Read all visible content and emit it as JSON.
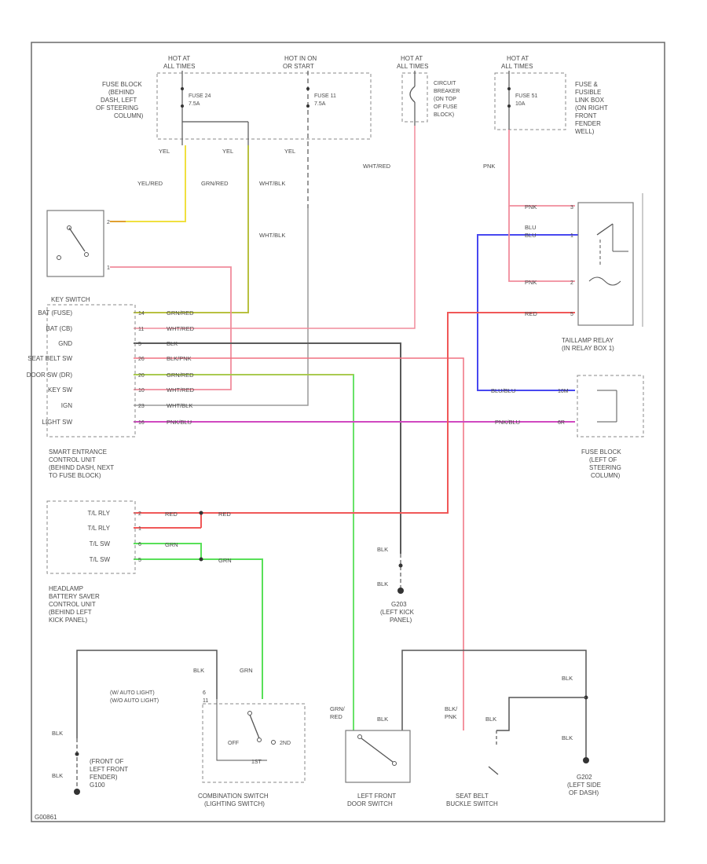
{
  "diagram": {
    "footer_code": "G00861",
    "colors": {
      "yellow": "#f0e040",
      "olive": "#b8c040",
      "pink": "#f08c9c",
      "red": "#f05858",
      "blue": "#4848f0",
      "black": "#5a5a5a",
      "gray": "#9a9a9a",
      "green": "#58e058",
      "magenta": "#d048c0",
      "orange": "#e0a030"
    },
    "power": [
      {
        "hot": "HOT AT",
        "hot2": "ALL TIMES",
        "fuse": "FUSE 24",
        "amps": "7.5A"
      },
      {
        "hot": "HOT IN ON",
        "hot2": "OR START",
        "fuse": "FUSE 11",
        "amps": "7.5A"
      },
      {
        "hot": "HOT AT",
        "hot2": "ALL TIMES",
        "breaker": "CIRCUIT",
        "breaker2": "BREAKER",
        "breaker3": "(ON TOP",
        "breaker4": "OF FUSE",
        "breaker5": "BLOCK)"
      },
      {
        "hot": "HOT AT",
        "hot2": "ALL TIMES",
        "fuse": "FUSE 51",
        "amps": "10A"
      }
    ],
    "fuse_block_label": [
      "FUSE BLOCK",
      "(BEHIND",
      "DASH, LEFT",
      "OF STEERING",
      "COLUMN)"
    ],
    "link_box_label": [
      "FUSE &",
      "FUSIBLE",
      "LINK BOX",
      "(ON RIGHT",
      "FRONT",
      "FENDER",
      "WELL)"
    ],
    "wire_labels": {
      "yel": "YEL",
      "yel2": "YEL",
      "yel3": "YEL",
      "yel_red": "YEL/RED",
      "grn_red": "GRN/RED",
      "wht_blk": "WHT/BLK",
      "wht_blk2": "WHT/BLK",
      "wht_red": "WHT/RED",
      "pnk": "PNK",
      "pnk2": "PNK",
      "pnk3": "PNK",
      "blu": "BLU",
      "blu2": "BLU",
      "red": "RED",
      "red2": "RED",
      "red3": "RED",
      "blu_blu": "BLU/BLU",
      "pnk_blu": "PNK/BLU",
      "blk": "BLK",
      "blk2": "BLK",
      "grn": "GRN",
      "grn2": "GRN",
      "grn3": "GRN"
    },
    "key_switch_title": "KEY SWITCH",
    "key_switch_pins": [
      {
        "pin": "14",
        "label": "BAT (FUSE)",
        "wire": "GRN/RED"
      },
      {
        "pin": "11",
        "label": "BAT (CB)",
        "wire": "WHT/RED"
      },
      {
        "pin": "5",
        "label": "GND",
        "wire": "BLK"
      },
      {
        "pin": "26",
        "label": "SEAT BELT SW",
        "wire": "BLK/PNK"
      },
      {
        "pin": "20",
        "label": "DOOR SW (DR)",
        "wire": "GRN/RED"
      },
      {
        "pin": "10",
        "label": "KEY SW",
        "wire": "WHT/RED"
      },
      {
        "pin": "23",
        "label": "IGN",
        "wire": "WHT/BLK"
      },
      {
        "pin": "16",
        "label": "LIGHT SW",
        "wire": "PNK/BLU"
      }
    ],
    "key_sw_pin_a": "2",
    "key_sw_pin_b": "1",
    "smart_entrance_label": [
      "SMART ENTRANCE",
      "CONTROL UNIT",
      "(BEHIND DASH, NEXT",
      "TO FUSE BLOCK)"
    ],
    "headlamp_pins": [
      {
        "pin": "2",
        "label": "T/L RLY",
        "wire": "RED"
      },
      {
        "pin": "1",
        "label": "T/L RLY",
        "wire": "RED"
      },
      {
        "pin": "6",
        "label": "T/L SW",
        "wire": "GRN"
      },
      {
        "pin": "5",
        "label": "T/L SW",
        "wire": "GRN"
      }
    ],
    "headlamp_label": [
      "HEADLAMP",
      "BATTERY SAVER",
      "CONTROL UNIT",
      "(BEHIND LEFT",
      "KICK PANEL)"
    ],
    "taillamp_relay_label": [
      "TAILLAMP RELAY",
      "(IN RELAY BOX 1)"
    ],
    "relay_pins": [
      "3",
      "1",
      "2",
      "5"
    ],
    "fuse_block_right_label": [
      "FUSE BLOCK",
      "(LEFT OF",
      "STEERING",
      "COLUMN)"
    ],
    "fuse_block_right_pins": [
      "10M",
      "6R"
    ],
    "g203_label": [
      "G203",
      "(LEFT KICK",
      "PANEL)"
    ],
    "combo_label": [
      "COMBINATION SWITCH",
      "(LIGHTING SWITCH)"
    ],
    "combo_pins": [
      "(W/ AUTO LIGHT)",
      "(W/O AUTO LIGHT)"
    ],
    "combo_pin_nums": [
      "6",
      "11",
      "OFF",
      "1ST",
      "2ND"
    ],
    "front_label": [
      "(FRONT OF",
      "LEFT FRONT",
      "FENDER)",
      "G100"
    ],
    "door_label": [
      "LEFT FRONT",
      "DOOR SWITCH"
    ],
    "seat_label": [
      "SEAT BELT",
      "BUCKLE SWITCH"
    ],
    "g202_label": [
      "G202",
      "(LEFT SIDE",
      "OF DASH)"
    ],
    "grn_red_vert": [
      "GRN/",
      "RED"
    ],
    "blk_pnk_vert": [
      "BLK/",
      "PNK"
    ]
  }
}
